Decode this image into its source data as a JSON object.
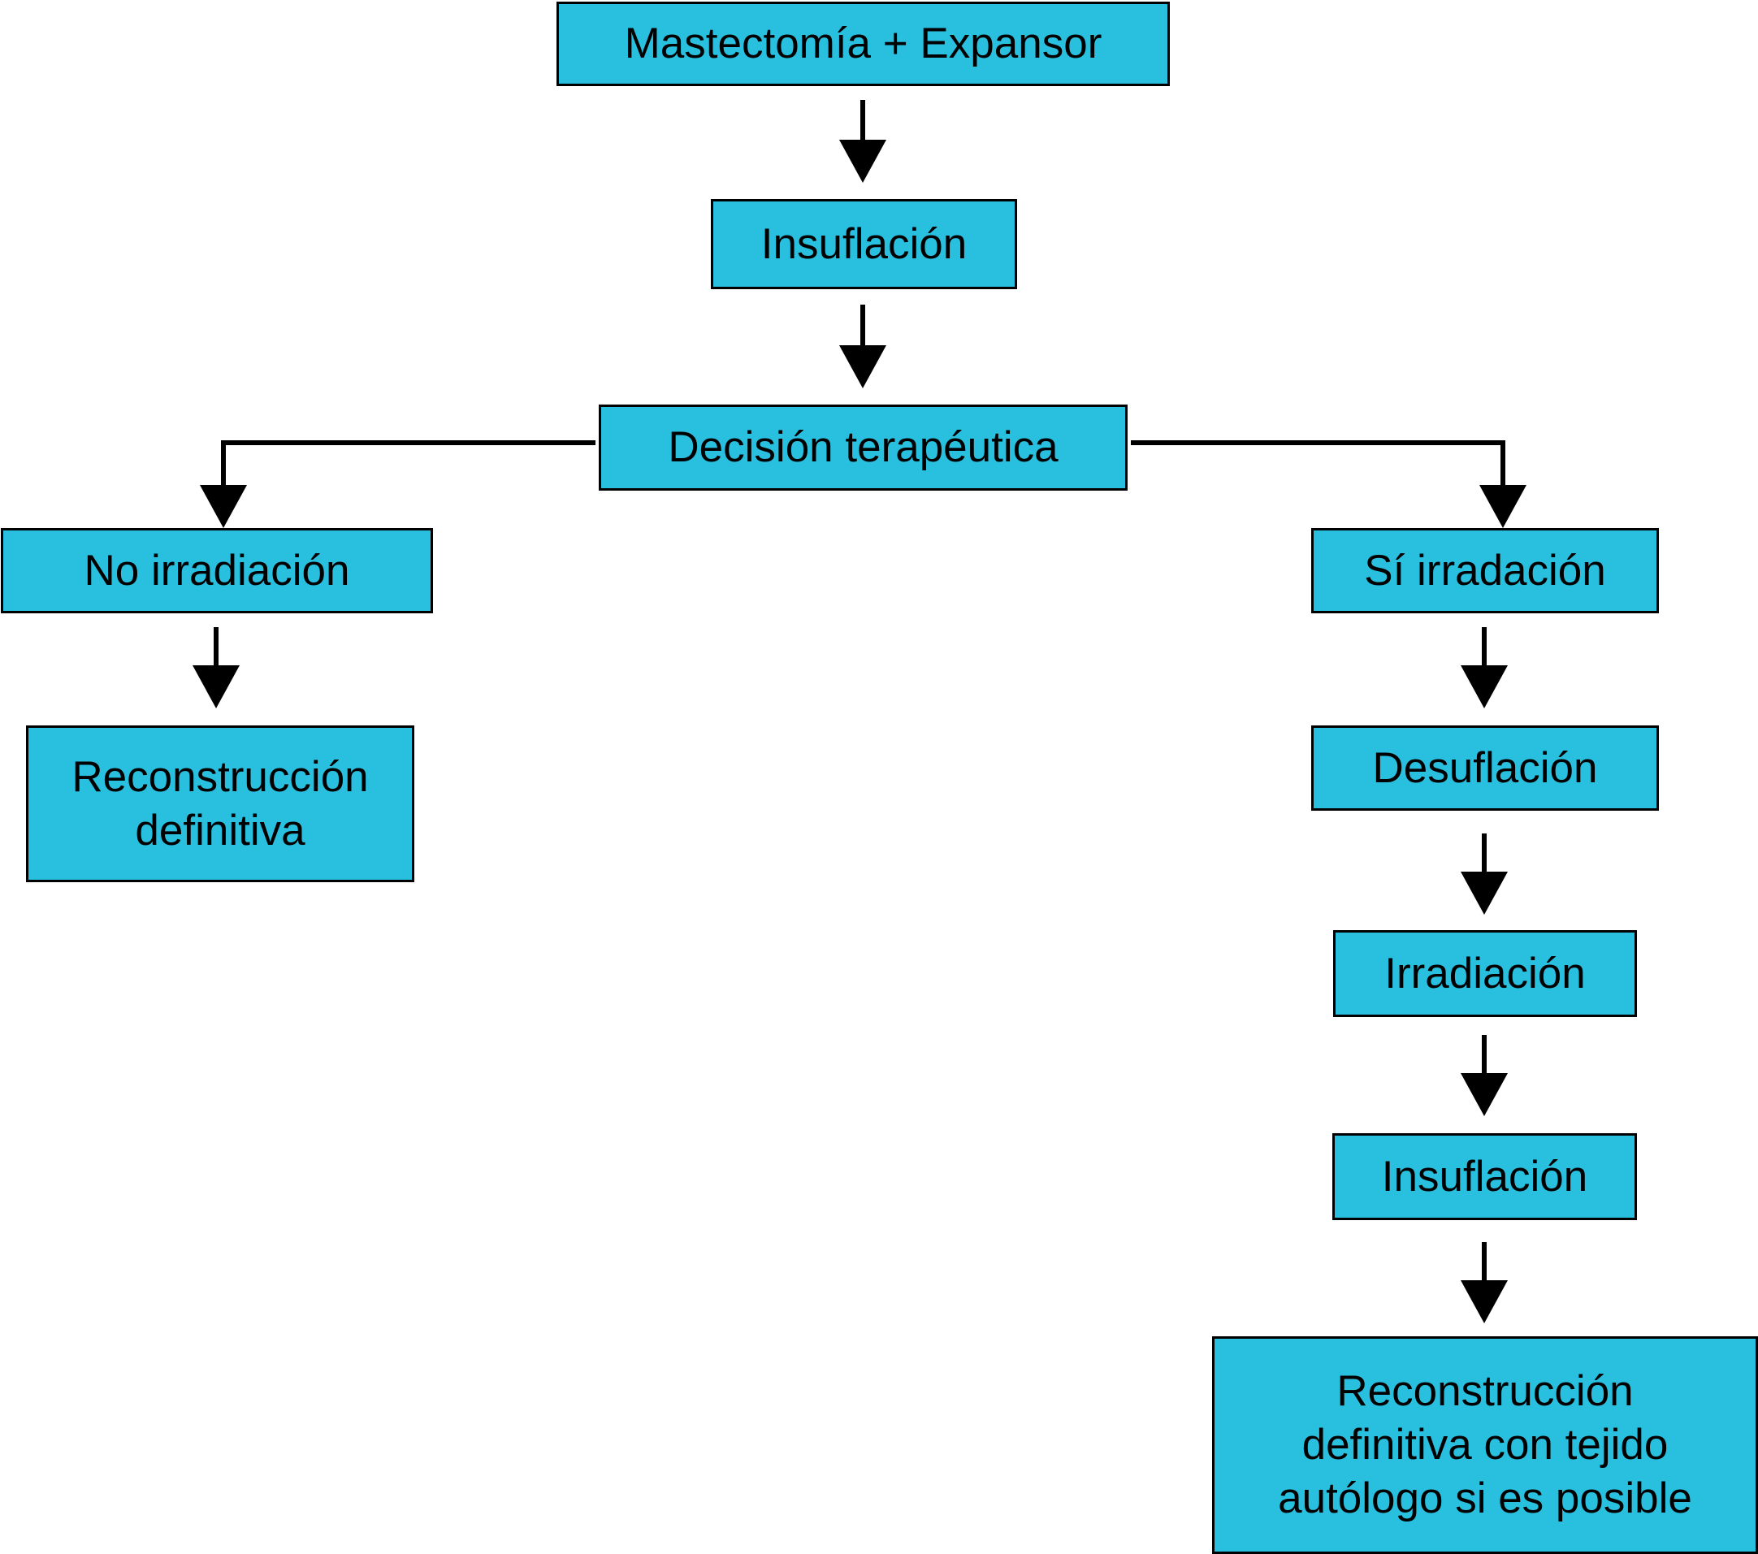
{
  "nodes": {
    "mastectomia": "Mastectomía + Expansor",
    "insuflacion_1": "Insuflación",
    "decision": "Decisión terapéutica",
    "no_irradiacion": "No irradiación",
    "reconstruccion": [
      "Reconstrucción",
      "definitiva"
    ],
    "si_irradiacion": "Sí irradación",
    "desuflacion": "Desuflación",
    "irradiacion": "Irradiación",
    "insuflacion_2": "Insuflación",
    "reconstruccion_autologa": [
      "Reconstrucción",
      "definitiva con tejido",
      "autólogo si es posible"
    ]
  },
  "colors": {
    "box_fill": "#29bfdf",
    "box_border": "#000000",
    "connector": "#000000"
  }
}
